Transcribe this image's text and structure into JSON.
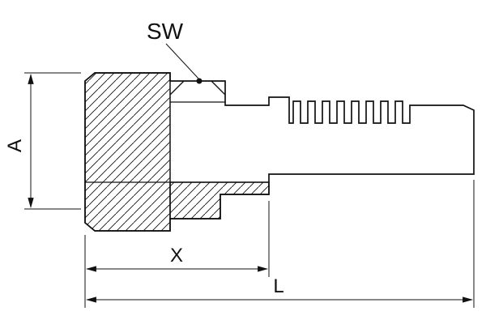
{
  "drawing": {
    "kind": "technical-drawing",
    "labels": {
      "sw": "SW",
      "a": "A",
      "x": "X",
      "l": "L"
    },
    "colors": {
      "line": "#111111",
      "background": "#ffffff"
    }
  }
}
